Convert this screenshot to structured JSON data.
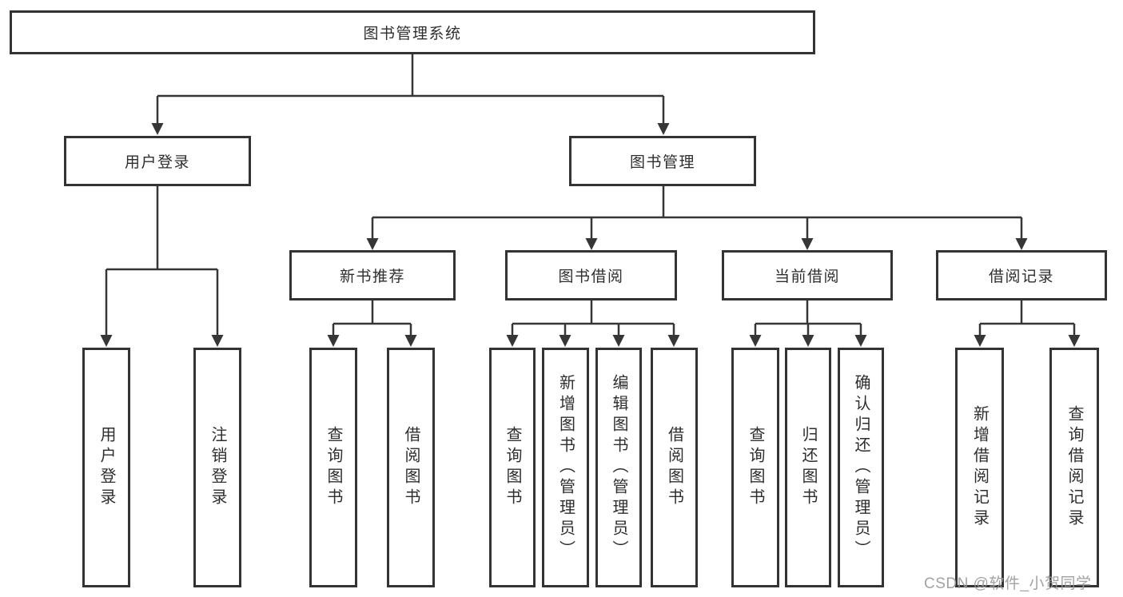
{
  "diagram": {
    "root": {
      "label": "图书管理系统"
    },
    "level2": {
      "user_login": {
        "label": "用户登录"
      },
      "book_management": {
        "label": "图书管理"
      }
    },
    "level3": {
      "new_book_recommend": {
        "label": "新书推荐"
      },
      "book_borrow": {
        "label": "图书借阅"
      },
      "current_borrow": {
        "label": "当前借阅"
      },
      "borrow_records": {
        "label": "借阅记录"
      }
    },
    "leaves": {
      "user_login": {
        "label": "用户登录"
      },
      "logout": {
        "label": "注销登录"
      },
      "query_book_recommend": {
        "label": "查询图书"
      },
      "borrow_book_recommend": {
        "label": "借阅图书"
      },
      "query_book_borrow": {
        "label": "查询图书"
      },
      "add_book_admin": {
        "label": "新增图书（管理员）"
      },
      "edit_book_admin": {
        "label": "编辑图书（管理员）"
      },
      "borrow_book_borrow": {
        "label": "借阅图书"
      },
      "query_book_current": {
        "label": "查询图书"
      },
      "return_book": {
        "label": "归还图书"
      },
      "confirm_return_admin": {
        "label": "确认归还（管理员）"
      },
      "add_borrow_record": {
        "label": "新增借阅记录"
      },
      "query_borrow_record": {
        "label": "查询借阅记录"
      }
    }
  },
  "watermark": {
    "text": "CSDN @软件_小贺同学"
  },
  "colors": {
    "line": "#363636",
    "box_border": "#333333",
    "box_fill": "#ffffff",
    "text": "#2e2e2e",
    "watermark": "#989898",
    "background": "#ffffff"
  }
}
